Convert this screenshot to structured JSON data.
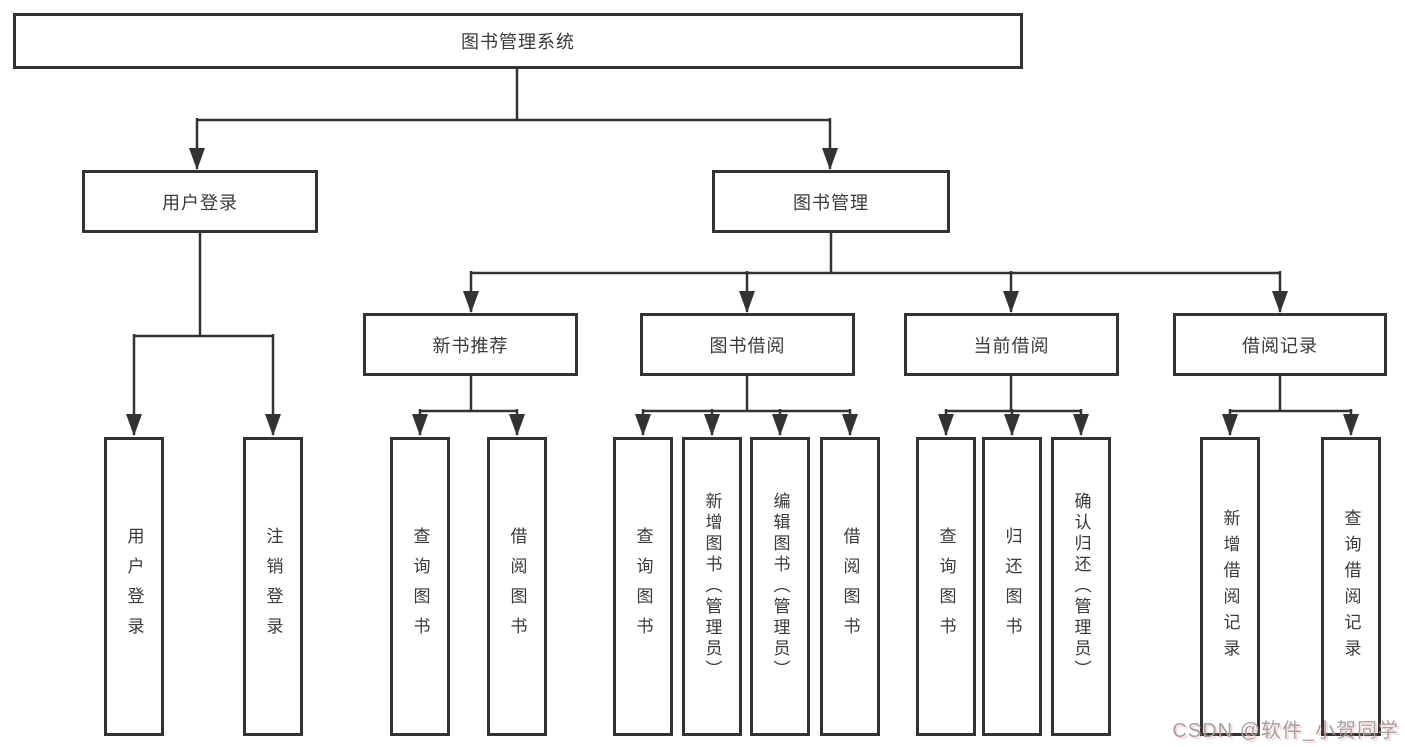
{
  "root": {
    "label": "图书管理系统"
  },
  "branches": [
    {
      "label": "用户登录",
      "children": [
        {
          "label": "用户登录"
        },
        {
          "label": "注销登录"
        }
      ]
    },
    {
      "label": "图书管理",
      "children": [
        {
          "label": "新书推荐",
          "children": [
            {
              "label": "查询图书"
            },
            {
              "label": "借阅图书"
            }
          ]
        },
        {
          "label": "图书借阅",
          "children": [
            {
              "label": "查询图书"
            },
            {
              "label": "新增图书（管理员）"
            },
            {
              "label": "编辑图书（管理员）"
            },
            {
              "label": "借阅图书"
            }
          ]
        },
        {
          "label": "当前借阅",
          "children": [
            {
              "label": "查询图书"
            },
            {
              "label": "归还图书"
            },
            {
              "label": "确认归还（管理员）"
            }
          ]
        },
        {
          "label": "借阅记录",
          "children": [
            {
              "label": "新增借阅记录"
            },
            {
              "label": "查询借阅记录"
            }
          ]
        }
      ]
    }
  ],
  "watermark": {
    "text": "CSDN @软件_小贺同学"
  },
  "colors": {
    "line": "#333333",
    "box_border": "#333333",
    "box_fill": "#ffffff",
    "text": "#3a3a3a",
    "background": "#ffffff",
    "watermark": "#a3a3a3"
  }
}
